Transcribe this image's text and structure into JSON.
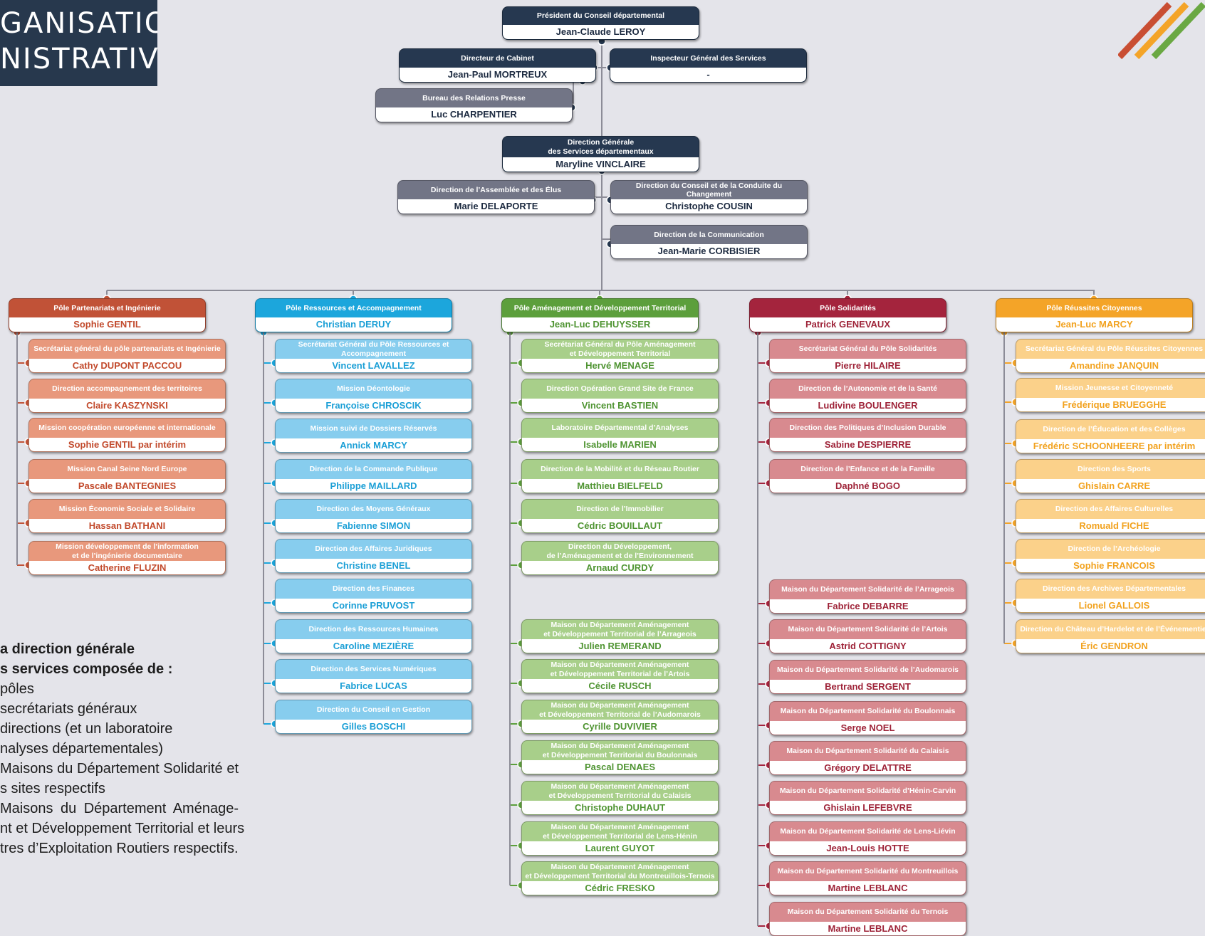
{
  "title": {
    "line1": "GANISATION",
    "line2": "NISTRATIVE"
  },
  "colors": {
    "navy": "#263850",
    "gray": "#727586",
    "red": "#c15237",
    "blue": "#1ca6dc",
    "green": "#5c9f3c",
    "crimson": "#a4243d",
    "orange": "#f4a428",
    "connector": "#8c8c97"
  },
  "top": {
    "president": {
      "title": "Président du Conseil départemental",
      "name": "Jean-Claude LEROY"
    },
    "cabinet": {
      "title": "Directeur de Cabinet",
      "name": "Jean-Paul MORTREUX"
    },
    "inspector": {
      "title": "Inspecteur Général des Services",
      "name": "-"
    },
    "press": {
      "title": "Bureau des Relations Presse",
      "name": "Luc CHARPENTIER"
    },
    "dgs": {
      "title": "Direction Générale\ndes Services départementaux",
      "name": "Maryline VINCLAIRE"
    },
    "assembly": {
      "title": "Direction de l’Assemblée et des Élus",
      "name": "Marie DELAPORTE"
    },
    "change": {
      "title": "Direction du Conseil et de la Conduite du Changement",
      "name": "Christophe COUSIN"
    },
    "communication": {
      "title": "Direction de la Communication",
      "name": "Jean-Marie CORBISIER"
    }
  },
  "poles": [
    {
      "title": "Pôle Partenariats et Ingénierie",
      "name": "Sophie GENTIL",
      "color": "#c15237",
      "light": "#e8987c",
      "text": "#c24a2c",
      "children": [
        {
          "title": "Secrétariat général du pôle partenariats et Ingénierie",
          "name": "Cathy DUPONT PACCOU"
        },
        {
          "title": "Direction accompagnement des territoires",
          "name": "Claire KASZYNSKI"
        },
        {
          "title": "Mission coopération européenne et internationale",
          "name": "Sophie GENTIL par intérim"
        },
        {
          "title": "Mission Canal Seine Nord Europe",
          "name": "Pascale BANTEGNIES"
        },
        {
          "title": "Mission Économie Sociale et Solidaire",
          "name": "Hassan BATHANI"
        },
        {
          "title": "Mission développement de l’information\net de l’ingénierie documentaire",
          "name": "Catherine FLUZIN"
        }
      ]
    },
    {
      "title": "Pôle Ressources et Accompagnement",
      "name": "Christian DERUY",
      "color": "#1ca6dc",
      "light": "#87cdee",
      "text": "#1b9fd6",
      "children": [
        {
          "title": "Secrétariat Général du Pôle Ressources et Accompagnement",
          "name": "Vincent LAVALLEZ"
        },
        {
          "title": "Mission Déontologie",
          "name": "Françoise CHROSCIK"
        },
        {
          "title": "Mission suivi de Dossiers Réservés",
          "name": "Annick MARCY"
        },
        {
          "title": "Direction de la Commande Publique",
          "name": "Philippe MAILLARD"
        },
        {
          "title": "Direction des Moyens Généraux",
          "name": "Fabienne SIMON"
        },
        {
          "title": "Direction des Affaires Juridiques",
          "name": "Christine BENEL"
        },
        {
          "title": "Direction des Finances",
          "name": "Corinne PRUVOST"
        },
        {
          "title": "Direction des Ressources Humaines",
          "name": "Caroline MEZIÈRE"
        },
        {
          "title": "Direction des Services Numériques",
          "name": "Fabrice LUCAS"
        },
        {
          "title": "Direction du Conseil en Gestion",
          "name": "Gilles BOSCHI"
        }
      ]
    },
    {
      "title": "Pôle Aménagement et Développement Territorial",
      "name": "Jean-Luc DEHUYSSER",
      "color": "#5c9f3c",
      "light": "#a8cf8a",
      "text": "#4f9432",
      "children": [
        {
          "title": "Secrétariat Général du Pôle Aménagement\net Développement Territorial",
          "name": "Hervé MENAGE"
        },
        {
          "title": "Direction Opération Grand Site de France",
          "name": "Vincent BASTIEN"
        },
        {
          "title": "Laboratoire Départemental d’Analyses",
          "name": "Isabelle MARIEN"
        },
        {
          "title": "Direction de la Mobilité et du Réseau Routier",
          "name": "Matthieu BIELFELD"
        },
        {
          "title": "Direction de l’Immobilier",
          "name": "Cédric BOUILLAUT"
        },
        {
          "title": "Direction du Développement,\nde l’Aménagement et de l’Environnement",
          "name": "Arnaud CURDY"
        }
      ],
      "children2": [
        {
          "title": "Maison du Département Aménagement\net Développement Territorial de l’Arrageois",
          "name": "Julien REMERAND"
        },
        {
          "title": "Maison du Département Aménagement\net Développement Territorial de l’Artois",
          "name": "Cécile RUSCH"
        },
        {
          "title": "Maison du Département Aménagement\net Développement Territorial de l’Audomarois",
          "name": "Cyrille DUVIVIER"
        },
        {
          "title": "Maison du Département Aménagement\net Développement Territorial du Boulonnais",
          "name": "Pascal DENAES"
        },
        {
          "title": "Maison du Département Aménagement\net Développement Territorial du Calaisis",
          "name": "Christophe DUHAUT"
        },
        {
          "title": "Maison du Département Aménagement\net Développement Territorial de Lens-Hénin",
          "name": "Laurent GUYOT"
        },
        {
          "title": "Maison du Département Aménagement\net Développement Territorial du Montreuillois-Ternois",
          "name": "Cédric FRESKO"
        }
      ]
    },
    {
      "title": "Pôle Solidarités",
      "name": "Patrick GENEVAUX",
      "color": "#a4243d",
      "light": "#d88a8f",
      "text": "#9e2338",
      "children": [
        {
          "title": "Secrétariat Général du Pôle Solidarités",
          "name": "Pierre HILAIRE"
        },
        {
          "title": "Direction de l’Autonomie et de la Santé",
          "name": "Ludivine BOULENGER"
        },
        {
          "title": "Direction des Politiques d’Inclusion Durable",
          "name": "Sabine DESPIERRE"
        },
        {
          "title": "Direction de l’Enfance et de la Famille",
          "name": "Daphné BOGO"
        }
      ],
      "children2": [
        {
          "title": "Maison du Département Solidarité de l’Arrageois",
          "name": "Fabrice DEBARRE"
        },
        {
          "title": "Maison du Département Solidarité de l’Artois",
          "name": "Astrid COTTIGNY"
        },
        {
          "title": "Maison du Département Solidarité de l’Audomarois",
          "name": "Bertrand SERGENT"
        },
        {
          "title": "Maison du Département Solidarité du Boulonnais",
          "name": "Serge NOEL"
        },
        {
          "title": "Maison du Département Solidarité du Calaisis",
          "name": "Grégory DELATTRE"
        },
        {
          "title": "Maison du Département Solidarité d’Hénin-Carvin",
          "name": "Ghislain LEFEBVRE"
        },
        {
          "title": "Maison du Département Solidarité de Lens-Liévin",
          "name": "Jean-Louis HOTTE"
        },
        {
          "title": "Maison du Département Solidarité du Montreuillois",
          "name": "Martine LEBLANC"
        },
        {
          "title": "Maison du Département Solidarité du Ternois",
          "name": "Martine LEBLANC"
        }
      ]
    },
    {
      "title": "Pôle Réussites Citoyennes",
      "name": "Jean-Luc MARCY",
      "color": "#f4a428",
      "light": "#fbd18a",
      "text": "#f2a21e",
      "children": [
        {
          "title": "Secrétariat Général du Pôle Réussites Citoyennes",
          "name": "Amandine JANQUIN"
        },
        {
          "title": "Mission Jeunesse et Citoyenneté",
          "name": "Frédérique BRUEGGHE"
        },
        {
          "title": "Direction de l’Éducation et des Collèges",
          "name": "Frédéric SCHOONHEERE par intérim"
        },
        {
          "title": "Direction des Sports",
          "name": "Ghislain CARRE"
        },
        {
          "title": "Direction des Affaires Culturelles",
          "name": "Romuald FICHE"
        },
        {
          "title": "Direction de l’Archéologie",
          "name": "Sophie FRANCOIS"
        },
        {
          "title": "Direction des Archives Départementales",
          "name": "Lionel GALLOIS"
        },
        {
          "title": "Direction du Château d’Hardelot et de l’Événementiel",
          "name": "Éric GENDRON"
        }
      ]
    }
  ],
  "summary": [
    "a direction générale",
    "s services composée de :",
    "pôles",
    "secrétariats généraux",
    "directions (et un laboratoire",
    "nalyses départementales)",
    "Maisons du Département Solidarité et",
    "s sites respectifs",
    "Maisons du Département Aménage-",
    "nt et Développement Territorial et leurs",
    "tres d’Exploitation Routiers respectifs."
  ]
}
